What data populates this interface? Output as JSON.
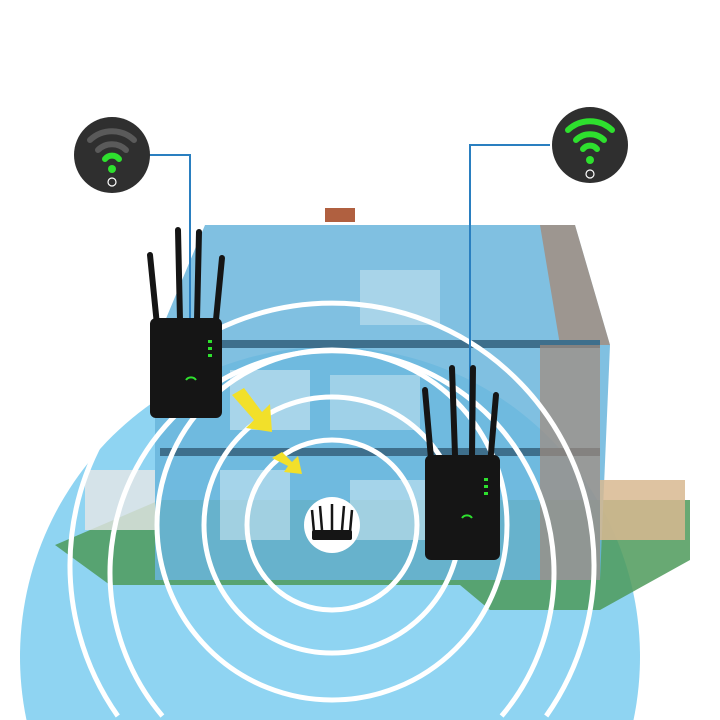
{
  "colors": {
    "coverage": "#8fd4f2",
    "house_overlay": "#5fb4de",
    "ring": "#ffffff",
    "signal_active": "#2ee02e",
    "signal_inactive": "#5a5a5a",
    "badge": "#2f2f2f",
    "connector": "#2a7fc0",
    "device": "#151515",
    "arrow": "#f2e02a",
    "lawn": "#4e9a5a"
  },
  "badges": [
    {
      "icon": "wifi-weak-icon",
      "signal_bars": 1,
      "signal_max": 3
    },
    {
      "icon": "wifi-strong-icon",
      "signal_bars": 3,
      "signal_max": 3
    }
  ],
  "devices": [
    {
      "icon": "wifi-extender-icon",
      "antennas": 4
    },
    {
      "icon": "wifi-extender-icon",
      "antennas": 4
    },
    {
      "icon": "router-icon",
      "antennas": 5
    }
  ]
}
